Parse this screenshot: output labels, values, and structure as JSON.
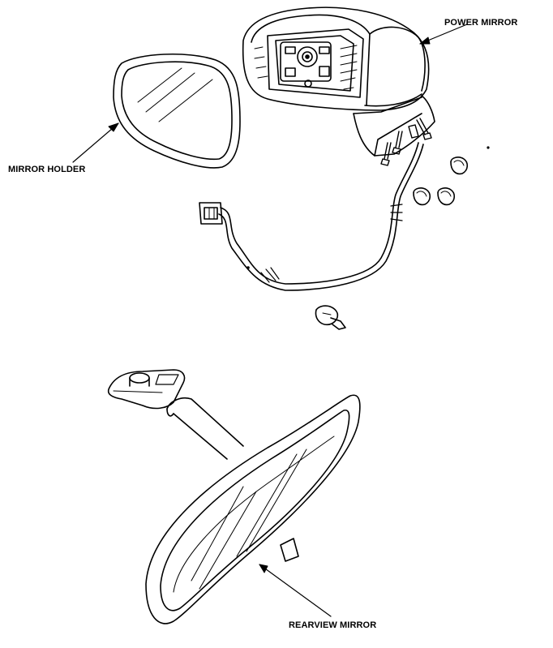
{
  "labels": {
    "power_mirror": "POWER MIRROR",
    "mirror_holder": "MIRROR HOLDER",
    "rearview_mirror": "REARVIEW MIRROR"
  },
  "colors": {
    "line": "#000000",
    "background": "#ffffff"
  }
}
